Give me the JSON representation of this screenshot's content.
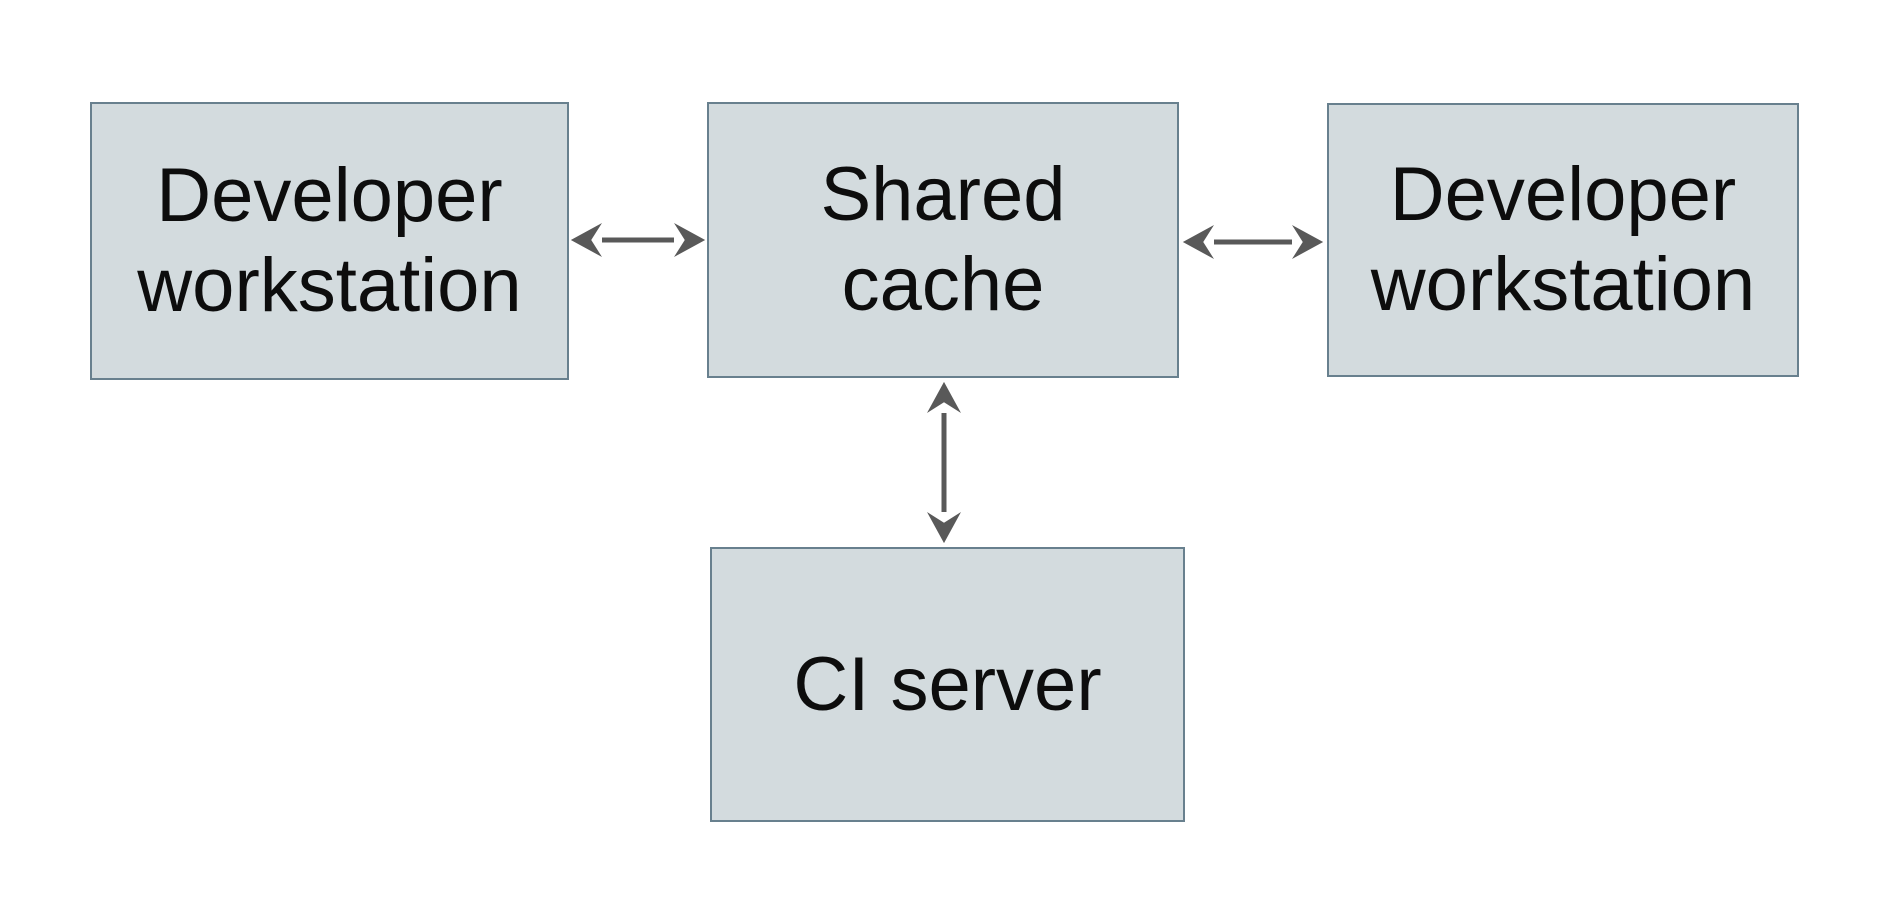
{
  "diagram": {
    "colors": {
      "background": "#ffffff",
      "node_fill": "#d3dbde",
      "node_border": "#68808e",
      "arrow": "#595959",
      "text": "#0d0d0d"
    },
    "nodes": {
      "workstation_left": {
        "line1": "Developer",
        "line2": "workstation"
      },
      "shared_cache": {
        "line1": "Shared",
        "line2": "cache"
      },
      "workstation_right": {
        "line1": "Developer",
        "line2": "workstation"
      },
      "ci_server": {
        "line1": "CI server"
      }
    },
    "connections": [
      {
        "from": "workstation_left",
        "to": "shared_cache",
        "type": "bidirectional"
      },
      {
        "from": "shared_cache",
        "to": "workstation_right",
        "type": "bidirectional"
      },
      {
        "from": "shared_cache",
        "to": "ci_server",
        "type": "bidirectional"
      }
    ]
  }
}
